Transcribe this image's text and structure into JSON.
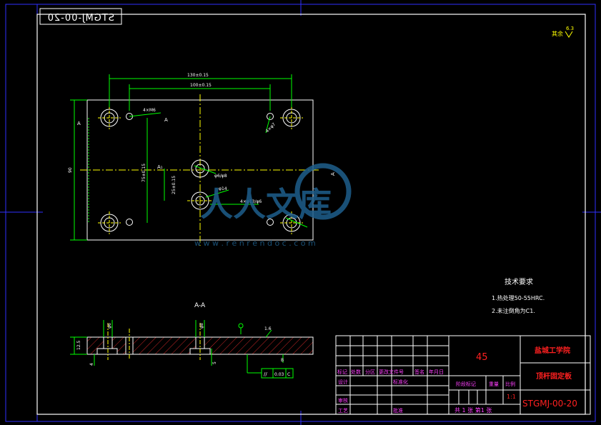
{
  "drawing_number_mirrored": "STGMJ-00-20",
  "roughness": {
    "label": "其余",
    "value": "6.3"
  },
  "plan_view": {
    "dim_outer_span": "130±0.15",
    "dim_inner_span": "100±0.15",
    "dim_height": "90",
    "dim_vertical": "75±0.15",
    "dim_center_gap": "25±0.15",
    "note_hole_top": "4×M6",
    "note_hole_counterbore": "4×φ7",
    "note_center_upper": "φ6/φ8",
    "note_center_mid": "φ14",
    "note_center_lower": "4×φ13/φ6",
    "section_mark": "A",
    "section_mark_dim": "A₁"
  },
  "section_view": {
    "title": "A-A",
    "dim_thickness": "12.5",
    "dim_small": "5",
    "dim_left": "4",
    "dim_top_left": "φ6",
    "dim_top_mid": "φ8",
    "roughness_top": "1.6",
    "datum": "B",
    "tolerance_symbol": "//",
    "tolerance_value": "0.03",
    "tolerance_datum": "C"
  },
  "tech_requirements": {
    "title": "技术要求",
    "items": [
      "1.热处理50-55HRC.",
      "2.未注倒角为C1."
    ]
  },
  "title_block": {
    "material": "45",
    "school": "盐城工学院",
    "part_name": "顶杆固定板",
    "drawing_number": "STGMJ-00-20",
    "header_labels": [
      "标记",
      "处数",
      "分区",
      "更改文件号",
      "签名",
      "年月日"
    ],
    "row_design": "设计",
    "row_std": "标准化",
    "row_review": "审核",
    "row_process": "工艺",
    "row_approve": "批准",
    "stage_label": "阶段标记",
    "weight_label": "重量",
    "scale_label": "比例",
    "scale_value": "1:1",
    "sheet_info": "共 1 张 第1 张"
  },
  "watermark": {
    "text": "人人文库",
    "url": "w w w . r e n r e n d o c . c o m"
  },
  "colors": {
    "frame": "#ffffff",
    "border_blue": "#3030ff",
    "yellow": "#ffff00",
    "green": "#00ff00",
    "red": "#ff2020",
    "magenta": "#ff40ff",
    "hatch": "#ff3030",
    "watermark": "#1e5f8c"
  }
}
